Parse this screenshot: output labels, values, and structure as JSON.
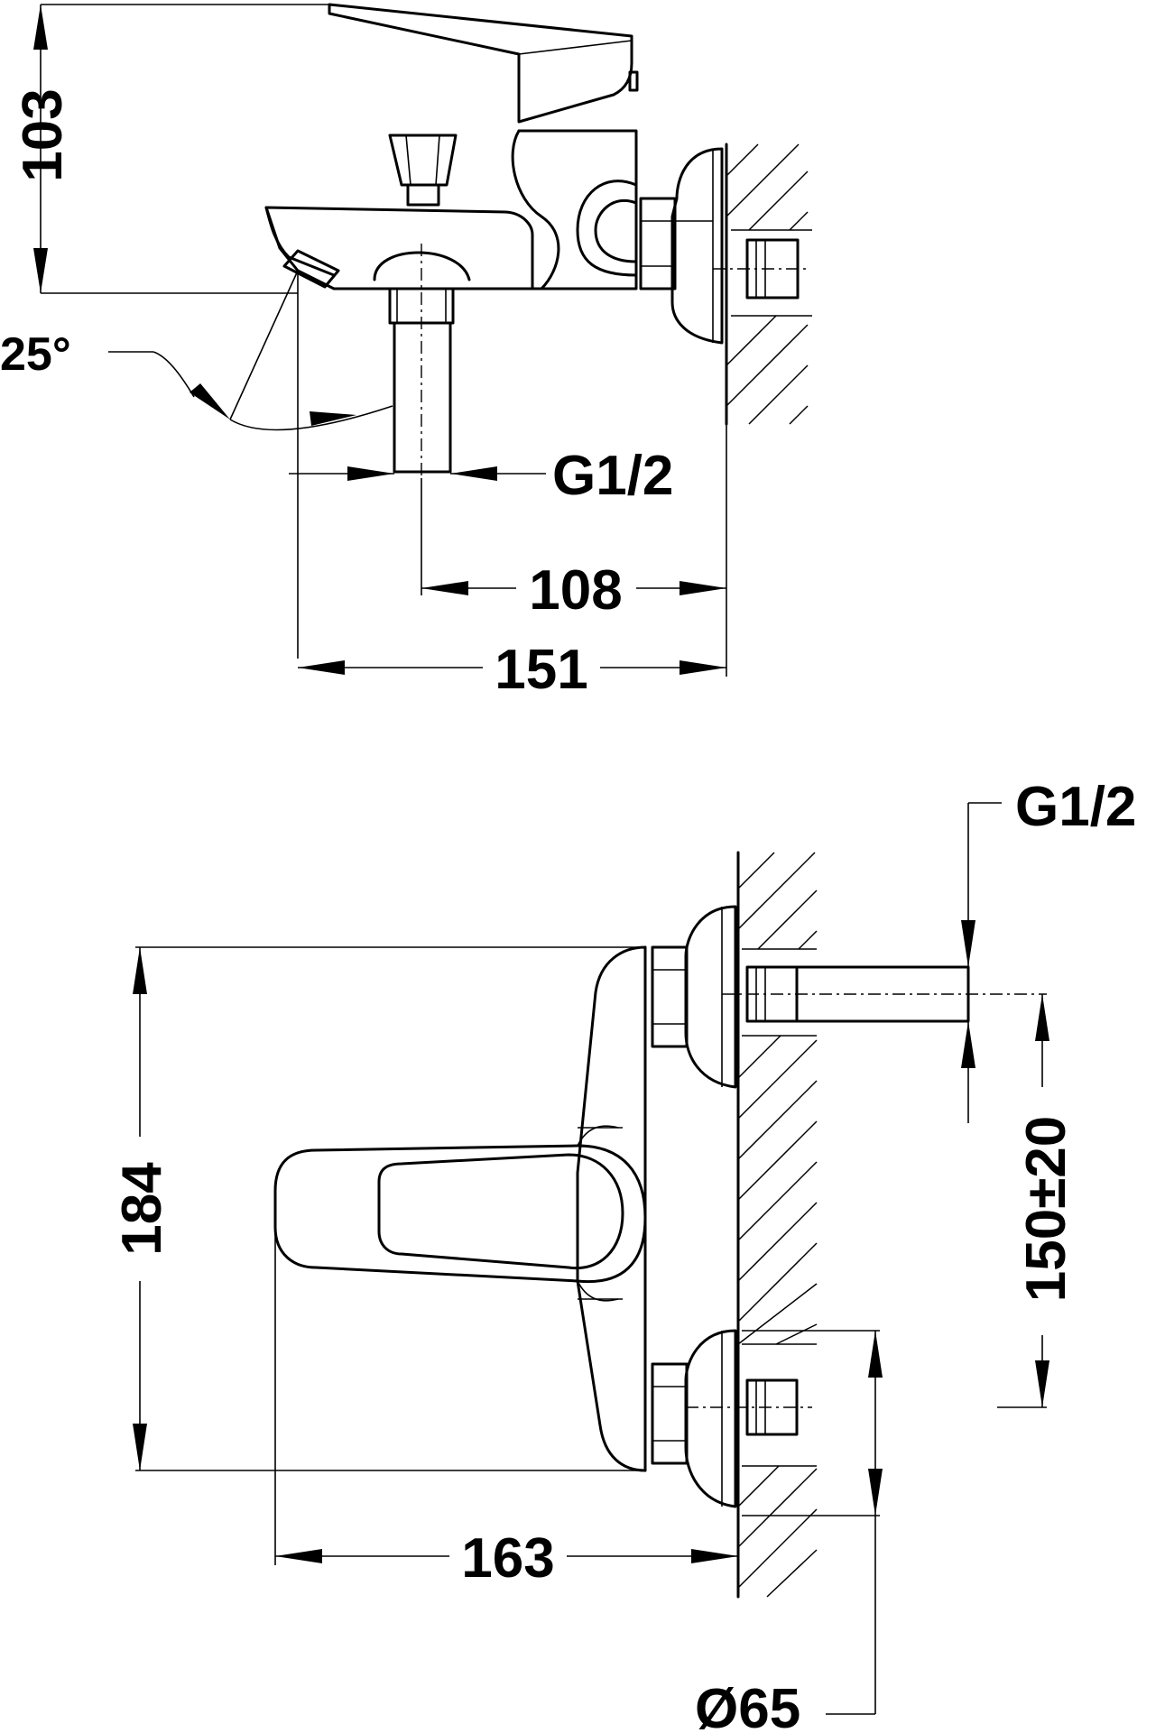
{
  "top_view": {
    "dim_height": "103",
    "dim_angle": "25°",
    "dim_thread": "G1/2",
    "dim_outlet_to_wall": "108",
    "dim_spout_to_wall": "151"
  },
  "front_view": {
    "dim_thread": "G1/2",
    "dim_height": "184",
    "dim_centers": "150±20",
    "dim_depth": "163",
    "dim_rosette": "Ø65"
  }
}
